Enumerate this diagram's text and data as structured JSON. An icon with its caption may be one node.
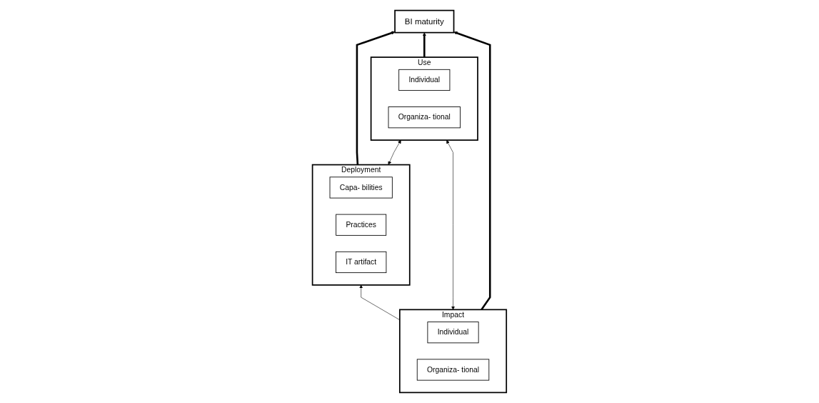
{
  "diagram": {
    "nodes": [
      {
        "text": [
          "BI maturity"
        ]
      },
      {
        "text": [
          "Deployment"
        ]
      },
      {
        "text": [
          "Capa- bilities"
        ],
        "in": 1
      },
      {
        "text": [
          "Practices"
        ],
        "in": 1
      },
      {
        "text": [
          "IT artifact"
        ],
        "in": 1
      },
      {
        "text": [
          "Use"
        ]
      },
      {
        "text": [
          "Individual"
        ],
        "in": 5
      },
      {
        "text": [
          "Organiza- tional"
        ],
        "in": 5
      },
      {
        "text": [
          "Impact"
        ]
      },
      {
        "text": [
          "Individual"
        ],
        "in": 8
      },
      {
        "text": [
          "Organiza- tional"
        ],
        "in": 8
      }
    ],
    "edges": [
      {
        "from": 1,
        "to": 0,
        "arrow": "to",
        "style": "thick"
      },
      {
        "from": 5,
        "to": 0,
        "arrow": "to",
        "style": "thick"
      },
      {
        "from": 8,
        "to": 0,
        "arrow": "to",
        "style": "thick"
      },
      {
        "from": 1,
        "to": 5,
        "arrow": "both"
      },
      {
        "from": 5,
        "to": 8,
        "arrow": "both"
      },
      {
        "from": 8,
        "to": 1,
        "arrow": "to"
      }
    ]
  }
}
